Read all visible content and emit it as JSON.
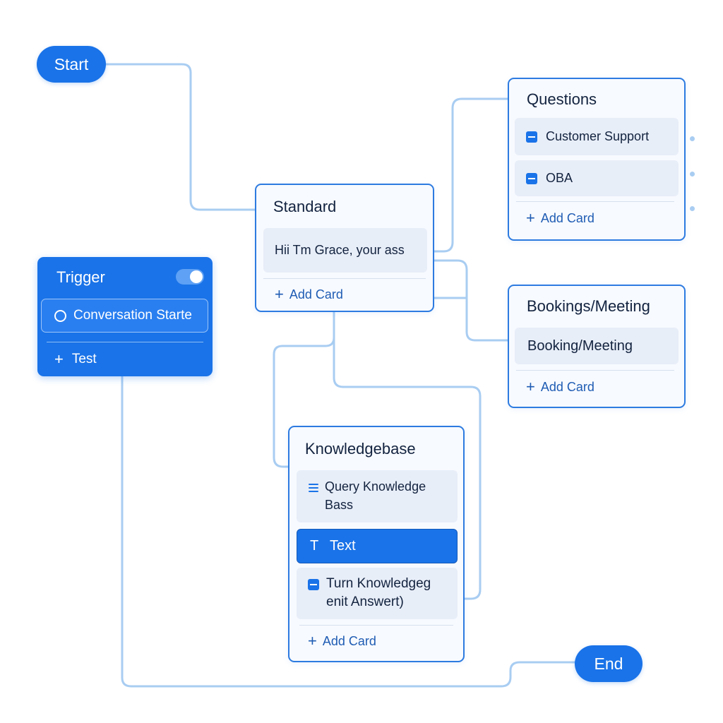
{
  "start": {
    "label": "Start"
  },
  "end": {
    "label": "End"
  },
  "trigger": {
    "title": "Trigger",
    "condition": "Conversation Starte",
    "test_label": "Test"
  },
  "standard": {
    "title": "Standard",
    "message": "Hii Tm Grace, your ass",
    "add_card": "Add Card"
  },
  "questions": {
    "title": "Questions",
    "items": [
      "Customer Support",
      "OBA"
    ],
    "add_card": "Add Card"
  },
  "bookings": {
    "title": "Bookings/Meeting",
    "items": [
      "Booking/Meeting"
    ],
    "add_card": "Add Card"
  },
  "knowledgebase": {
    "title": "Knowledgebase",
    "items": [
      {
        "line1": "Query Knowledge",
        "line2": "Bass",
        "icon": "lines-icon"
      },
      {
        "line1": "Text",
        "icon": "text-icon"
      },
      {
        "line1": "Turn Knowledgeg",
        "line2": "enit Answert)",
        "icon": "square-icon"
      }
    ],
    "add_card": "Add Card"
  },
  "colors": {
    "accent": "#1a73e8",
    "connector": "#a9cdf2",
    "node_border": "#2d7be0",
    "card_bg": "#e8eef8"
  }
}
